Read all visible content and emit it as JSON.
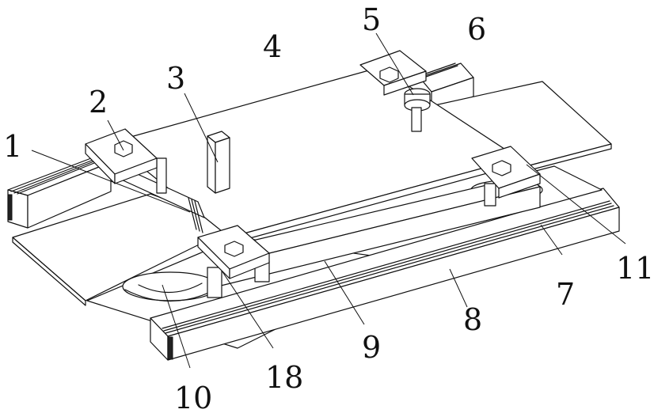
{
  "figure": {
    "labels": [
      {
        "id": "l1",
        "text": "1"
      },
      {
        "id": "l2",
        "text": "2"
      },
      {
        "id": "l3",
        "text": "3"
      },
      {
        "id": "l4",
        "text": "4"
      },
      {
        "id": "l5",
        "text": "5"
      },
      {
        "id": "l6",
        "text": "6"
      },
      {
        "id": "l7",
        "text": "7"
      },
      {
        "id": "l8",
        "text": "8"
      },
      {
        "id": "l9",
        "text": "9"
      },
      {
        "id": "l10",
        "text": "10"
      },
      {
        "id": "l11",
        "text": "11"
      },
      {
        "id": "l18",
        "text": "18"
      }
    ]
  }
}
